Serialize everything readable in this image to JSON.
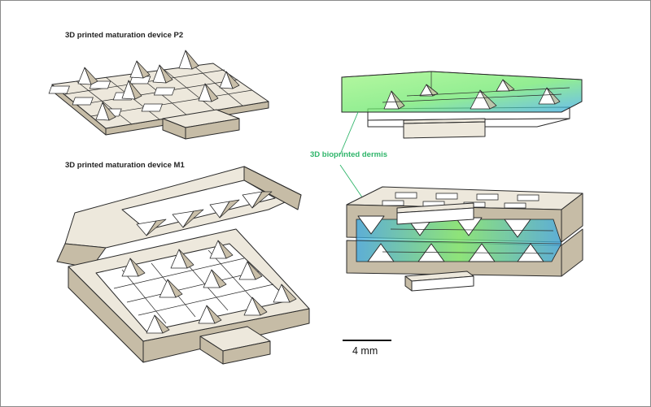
{
  "labels": {
    "device_p2": "3D printed maturation device P2",
    "device_m1": "3D printed maturation device M1",
    "dermis": "3D bioprinted dermis",
    "scale": "4 mm"
  },
  "colors": {
    "frame": "#8a8a8a",
    "device_top": "#ede8dc",
    "device_side": "#c6bca6",
    "dermis_green": "#7cf06a",
    "dermis_blue": "#3aa9e6",
    "label_green": "#2fb56a"
  }
}
